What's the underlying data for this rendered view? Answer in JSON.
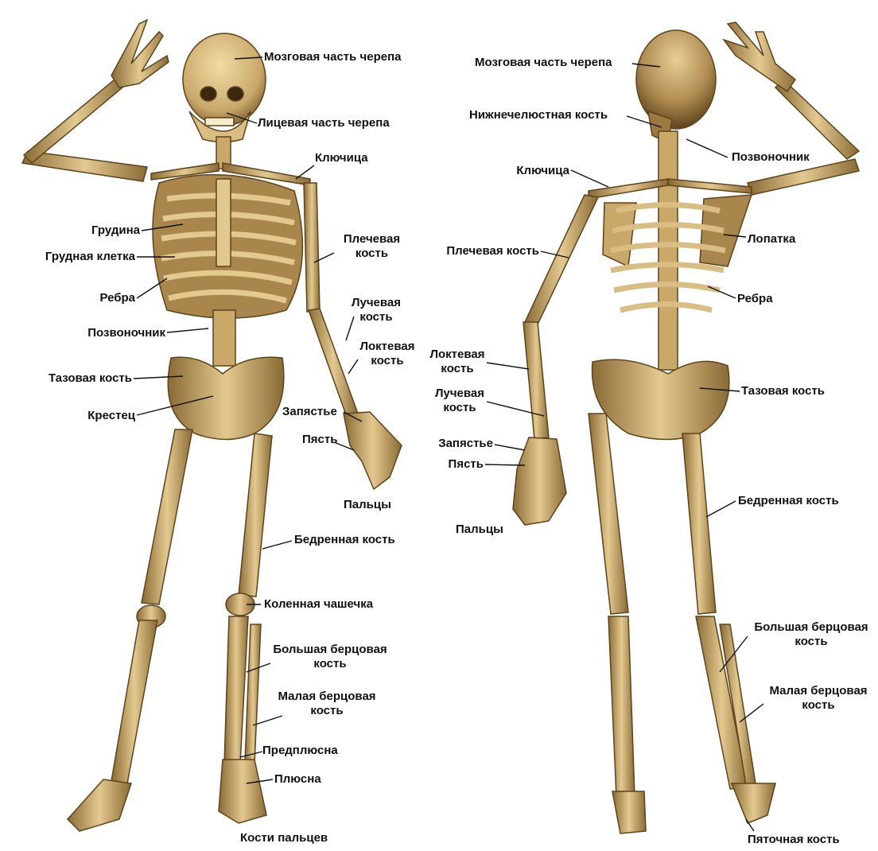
{
  "colors": {
    "bone": "#c9a86a",
    "bone_light": "#e6cf96",
    "bone_dark": "#6b4f24",
    "leader": "#111111"
  },
  "front": {
    "skull_cranial": "Мозговая часть черепа",
    "skull_facial": "Лицевая часть черепа",
    "clavicle": "Ключица",
    "sternum": "Грудина",
    "thorax": "Грудная клетка",
    "ribs": "Ребра",
    "humerus": [
      "Плечевая",
      "кость"
    ],
    "radius": [
      "Лучевая",
      "кость"
    ],
    "ulna": [
      "Локтевая",
      "кость"
    ],
    "spine": "Позвоночник",
    "pelvis": "Тазовая кость",
    "sacrum": "Крестец",
    "wrist": "Запястье",
    "metacarpus": "Пясть",
    "fingers": "Пальцы",
    "femur": "Бедренная кость",
    "patella": "Коленная чашечка",
    "tibia": [
      "Большая берцовая",
      "кость"
    ],
    "fibula": [
      "Малая берцовая",
      "кость"
    ],
    "tarsus": "Предплюсна",
    "metatarsus": "Плюсна",
    "toes": "Кости пальцев"
  },
  "back": {
    "skull_cranial": "Мозговая часть черепа",
    "mandible": "Нижнечелюстная кость",
    "spine": "Позвоночник",
    "clavicle": "Ключица",
    "scapula": "Лопатка",
    "humerus": "Плечевая кость",
    "ribs": "Ребра",
    "ulna": [
      "Локтевая",
      "кость"
    ],
    "radius": [
      "Лучевая",
      "кость"
    ],
    "pelvis": "Тазовая кость",
    "wrist": "Запястье",
    "metacarpus": "Пясть",
    "fingers": "Пальцы",
    "femur": "Бедренная кость",
    "tibia": [
      "Большая берцовая",
      "кость"
    ],
    "fibula": [
      "Малая берцовая",
      "кость"
    ],
    "calcaneus": "Пяточная кость"
  }
}
